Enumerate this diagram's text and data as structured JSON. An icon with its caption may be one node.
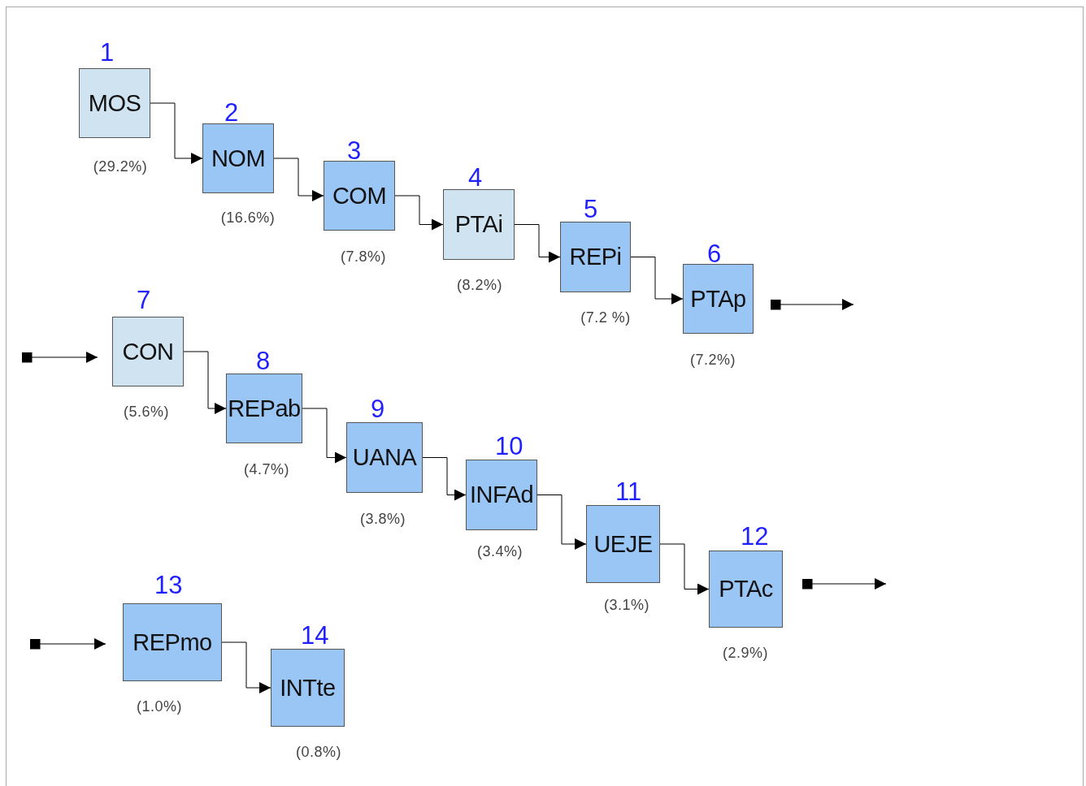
{
  "diagram": {
    "nodes": [
      {
        "text": [
          "1",
          "MOS"
        ],
        "beside": [
          "(29.2%)"
        ]
      },
      {
        "text": [
          "2",
          "NOM"
        ],
        "beside": [
          "(16.6%)"
        ]
      },
      {
        "text": [
          "3",
          "COM"
        ],
        "beside": [
          "(7.8%)"
        ]
      },
      {
        "text": [
          "4",
          "PTAi"
        ],
        "beside": [
          "(8.2%)"
        ]
      },
      {
        "text": [
          "5",
          "REPi"
        ],
        "beside": [
          "(7.2 %)"
        ]
      },
      {
        "text": [
          "6",
          "PTAp"
        ],
        "beside": [
          "(7.2%)"
        ]
      },
      {
        "text": [
          "7",
          "CON"
        ],
        "beside": [
          "(5.6%)"
        ]
      },
      {
        "text": [
          "8",
          "REPab"
        ],
        "beside": [
          "(4.7%)"
        ]
      },
      {
        "text": [
          "9",
          "UANA"
        ],
        "beside": [
          "(3.8%)"
        ]
      },
      {
        "text": [
          "10",
          "INFAd"
        ],
        "beside": [
          "(3.4%)"
        ]
      },
      {
        "text": [
          "11",
          "UEJE"
        ],
        "beside": [
          "(3.1%)"
        ]
      },
      {
        "text": [
          "12",
          "PTAc"
        ],
        "beside": [
          "(2.9%)"
        ]
      },
      {
        "text": [
          "13",
          "REPmo"
        ],
        "beside": [
          "(1.0%)"
        ]
      },
      {
        "text": [
          "14",
          "INTte"
        ],
        "beside": [
          "(0.8%)"
        ]
      }
    ],
    "edges": [
      {
        "from": 0,
        "to": 1,
        "arrow": "to"
      },
      {
        "from": 1,
        "to": 2,
        "arrow": "to"
      },
      {
        "from": 2,
        "to": 3,
        "arrow": "to"
      },
      {
        "from": 3,
        "to": 4,
        "arrow": "to"
      },
      {
        "from": 4,
        "to": 5,
        "arrow": "to"
      },
      {
        "from": 5,
        "to": null,
        "arrow": "to"
      },
      {
        "from": null,
        "to": 6,
        "arrow": "to"
      },
      {
        "from": 6,
        "to": 7,
        "arrow": "to"
      },
      {
        "from": 7,
        "to": 8,
        "arrow": "to"
      },
      {
        "from": 8,
        "to": 9,
        "arrow": "to"
      },
      {
        "from": 9,
        "to": 10,
        "arrow": "to"
      },
      {
        "from": 10,
        "to": 11,
        "arrow": "to"
      },
      {
        "from": 11,
        "to": null,
        "arrow": "to"
      },
      {
        "from": null,
        "to": 12,
        "arrow": "to"
      },
      {
        "from": 12,
        "to": 13,
        "arrow": "to"
      }
    ]
  }
}
